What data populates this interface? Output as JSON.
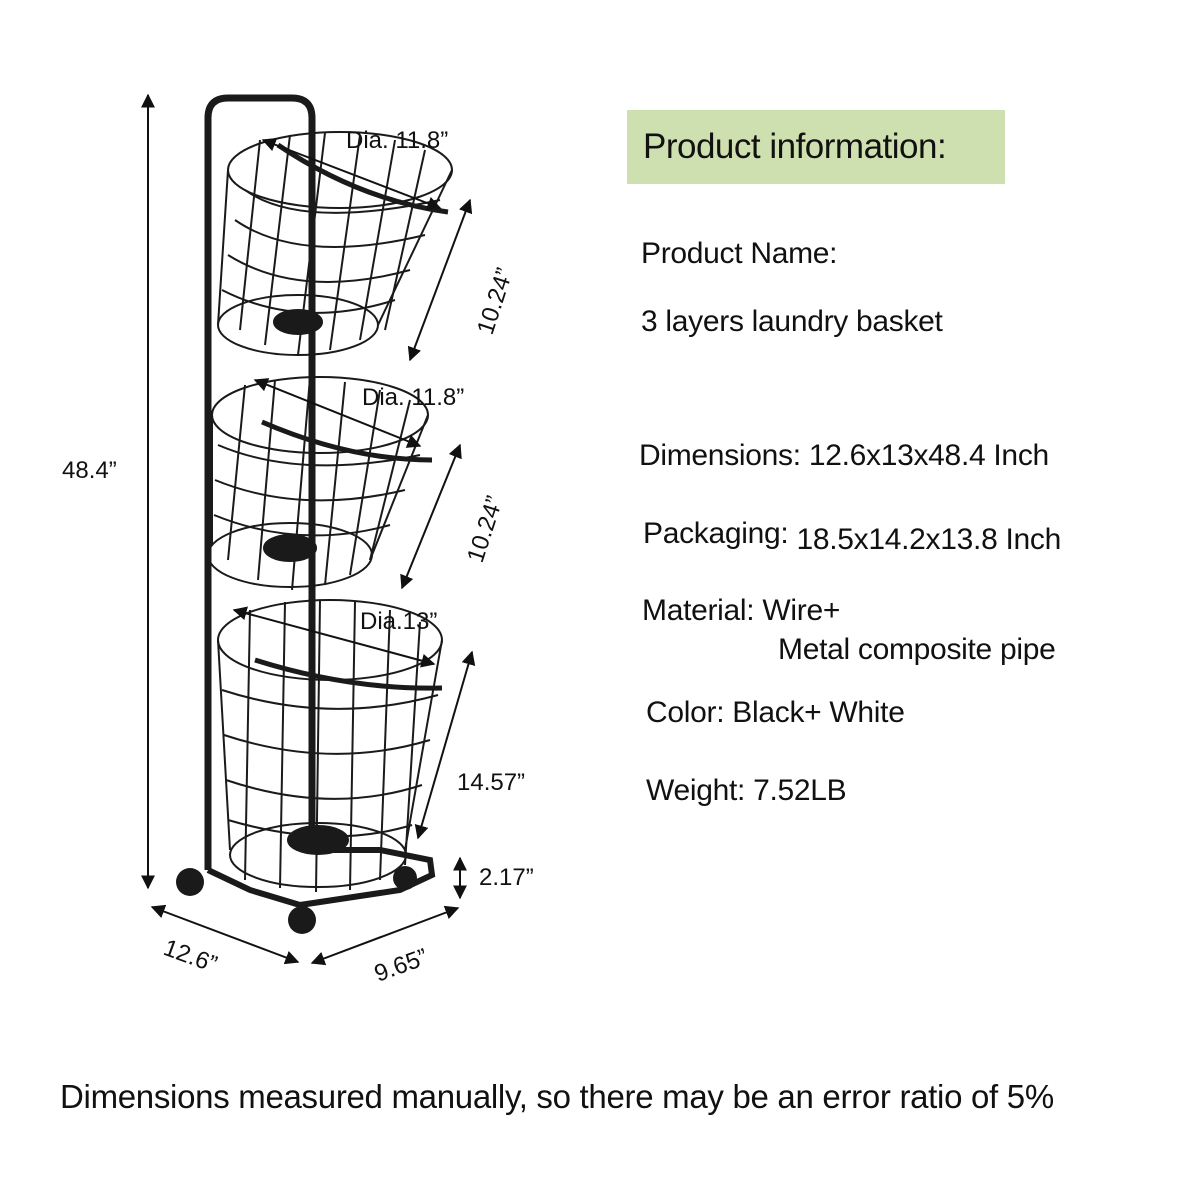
{
  "info": {
    "header": "Product information:",
    "product_name_label": "Product Name:",
    "product_name_value": "3 layers laundry basket",
    "dimensions_label": "Dimensions:",
    "dimensions_value": "12.6x13x48.4 Inch",
    "packaging_label": "Packaging:",
    "packaging_value": "18.5x14.2x13.8 Inch",
    "material_label": "Material:",
    "material_value_1": "Wire+",
    "material_value_2": "Metal composite pipe",
    "color_label": "Color:",
    "color_value": "Black+ White",
    "weight_label": "Weight:",
    "weight_value": "7.52LB"
  },
  "dimensions": {
    "total_height": "48.4”",
    "top_diameter": "Dia. 11.8”",
    "middle_diameter": "Dia. 11.8”",
    "bottom_diameter": "Dia.13”",
    "top_basket_height": "10.24”",
    "middle_basket_height": "10.24”",
    "bottom_basket_height": "14.57”",
    "base_height": "2.17”",
    "base_width": "12.6”",
    "base_depth": "9.65”"
  },
  "footer": {
    "note": "Dimensions measured manually, so there may be an error ratio of 5%"
  },
  "colors": {
    "header_background": "#cfe0b0",
    "frame": "#1a1a1a"
  }
}
